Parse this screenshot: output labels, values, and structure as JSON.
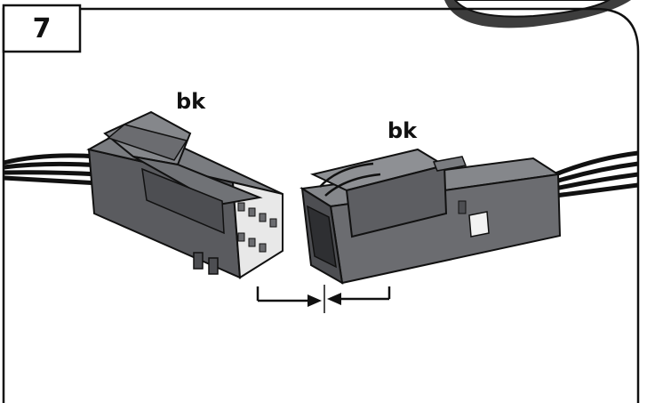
{
  "step": {
    "number": "7"
  },
  "labels": {
    "left_connector": "bk",
    "right_connector": "bk"
  },
  "colors": {
    "connector": "#6b6c70",
    "connector_dark": "#4d4e52",
    "connector_light": "#85878b",
    "outline": "#111111",
    "tab": "#333333"
  }
}
